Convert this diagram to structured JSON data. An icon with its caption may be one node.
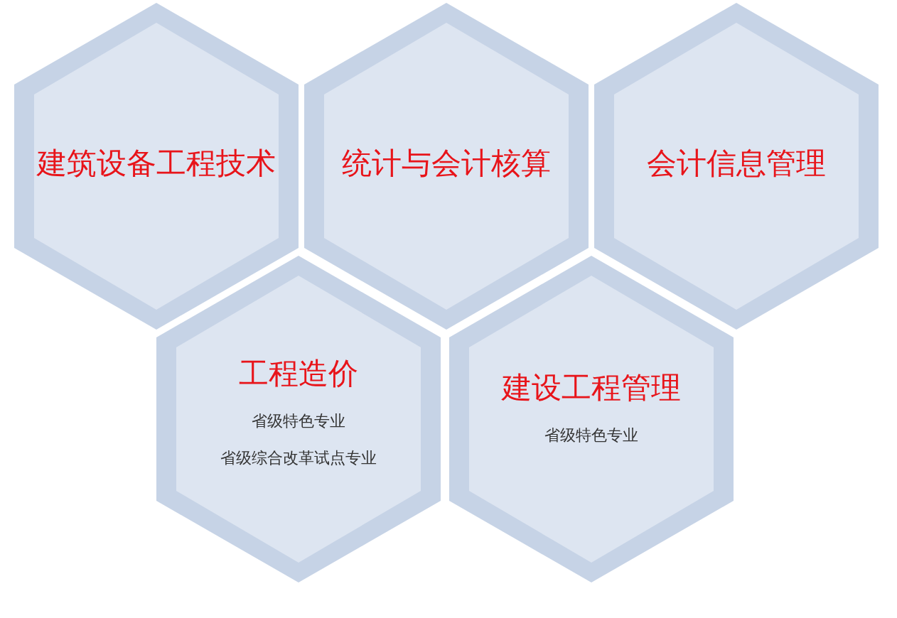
{
  "diagram": {
    "nodes": [
      {
        "text": [
          "建筑设备工程技术"
        ]
      },
      {
        "text": [
          "统计与会计核算"
        ]
      },
      {
        "text": [
          "会计信息管理"
        ]
      },
      {
        "text": [
          "工程造价",
          "省级特色专业",
          "省级综合改革试点专业"
        ]
      },
      {
        "text": [
          "建设工程管理",
          "省级特色专业"
        ]
      }
    ]
  }
}
